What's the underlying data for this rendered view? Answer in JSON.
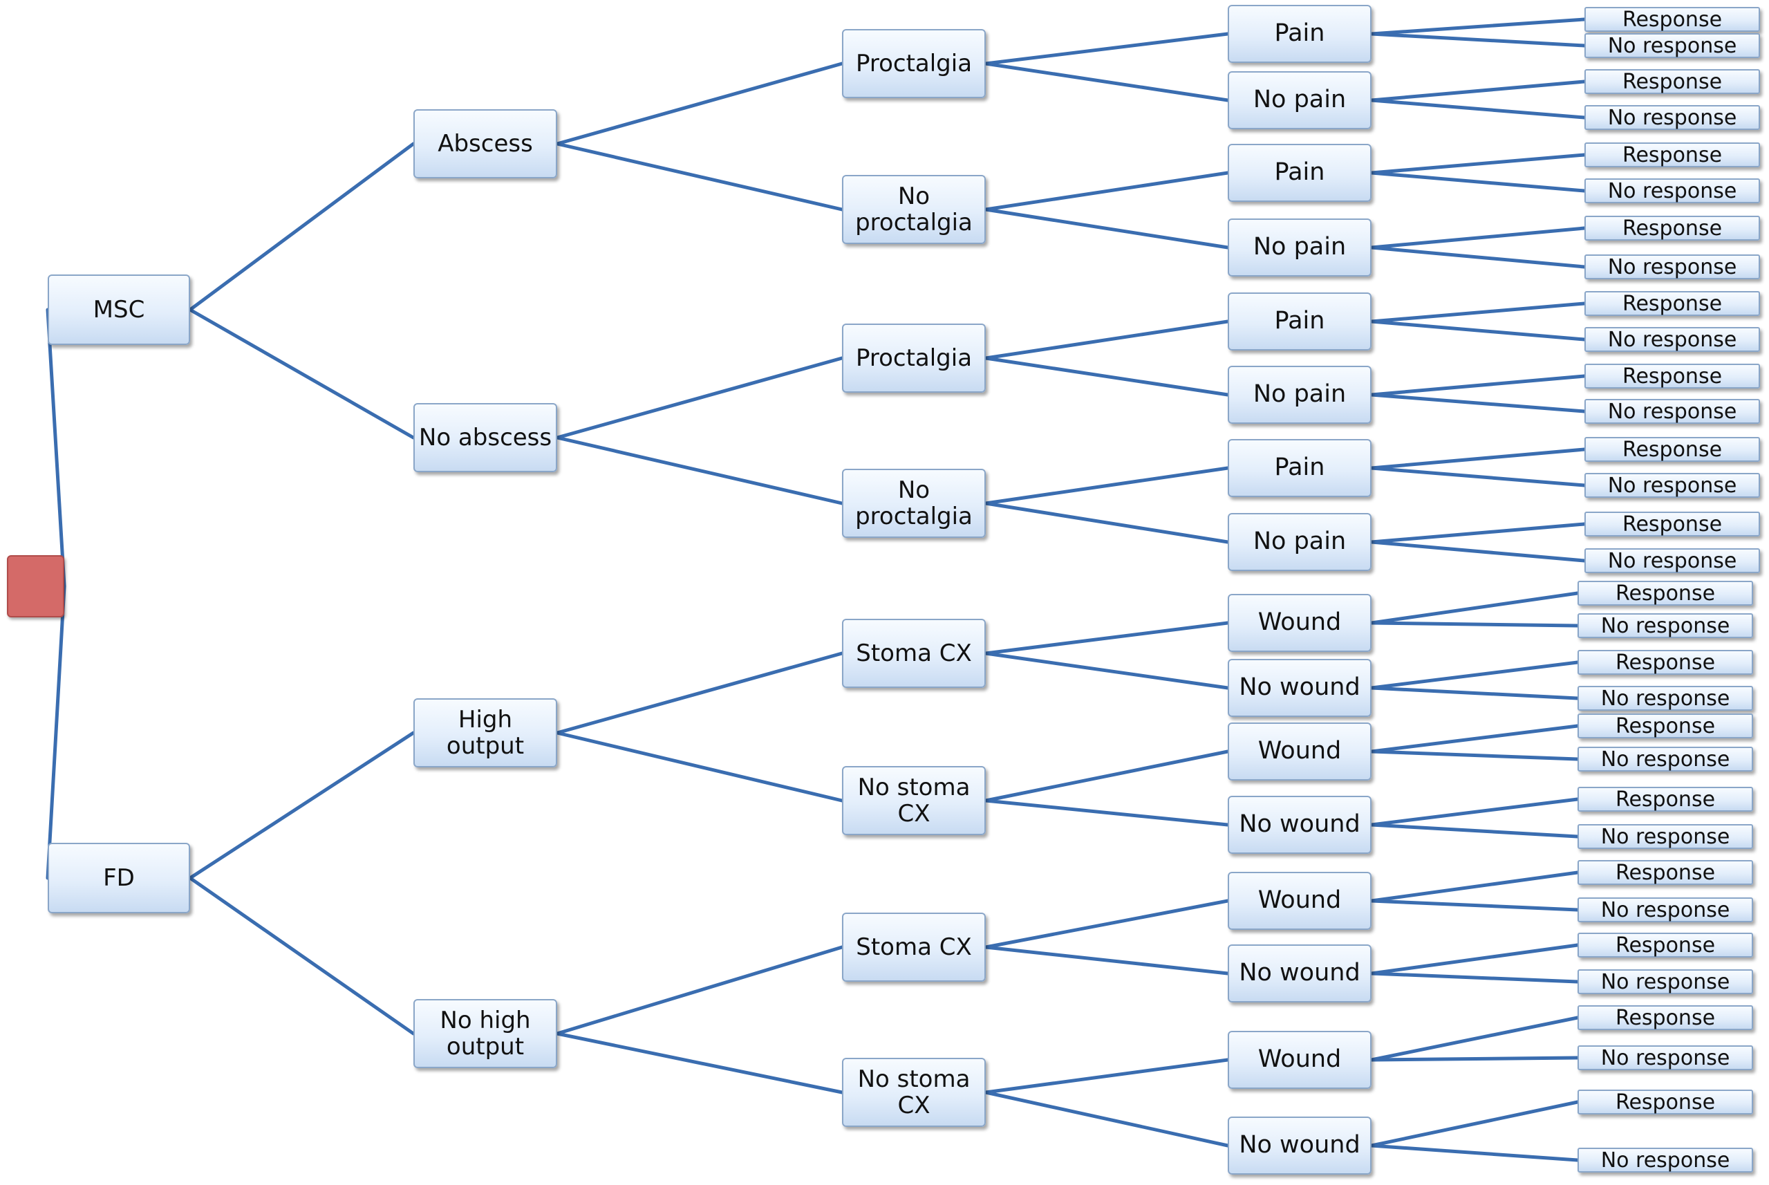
{
  "diagram": {
    "type": "decision-tree",
    "root": {
      "label": ""
    },
    "level1": [
      "MSC",
      "FD"
    ],
    "level2": [
      "Abscess",
      "No abscess",
      "High\noutput",
      "No high\noutput"
    ],
    "level3": [
      "Proctalgia",
      "No\nproctalgia",
      "Proctalgia",
      "No\nproctalgia",
      "Stoma CX",
      "No stoma\nCX",
      "Stoma CX",
      "No stoma\nCX"
    ],
    "level4": [
      "Pain",
      "No pain",
      "Pain",
      "No pain",
      "Pain",
      "No pain",
      "Pain",
      "No pain",
      "Wound",
      "No wound",
      "Wound",
      "No wound",
      "Wound",
      "No wound",
      "Wound",
      "No wound"
    ],
    "level5": [
      "Response",
      "No response",
      "Response",
      "No response",
      "Response",
      "No response",
      "Response",
      "No response",
      "Response",
      "No response",
      "Response",
      "No response",
      "Response",
      "No response",
      "Response",
      "No response",
      "Response",
      "No response",
      "Response",
      "No response",
      "Response",
      "No response",
      "Response",
      "No response",
      "Response",
      "No response",
      "Response",
      "No response",
      "Response",
      "No response",
      "Response",
      "No response"
    ],
    "colors": {
      "root": "#d46a68",
      "link": "#3a6db0",
      "node_border": "#8aa6c8",
      "node_fill": "#dde9f8"
    }
  }
}
